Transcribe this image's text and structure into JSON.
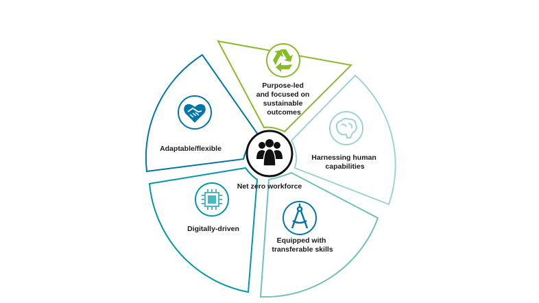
{
  "center": {
    "label": "Net zero workforce",
    "icon": "people-group-icon"
  },
  "segments": [
    {
      "lines": [
        "Purpose-led",
        "and focused on",
        "sustainable",
        "outcomes"
      ],
      "icon": "recycle-icon",
      "color": "#86bc25"
    },
    {
      "lines": [
        "Harnessing human",
        "capabilities"
      ],
      "icon": "brain-icon",
      "color": "#9dd4cf"
    },
    {
      "lines": [
        "Equipped with",
        "transferable skills"
      ],
      "icon": "compass-icon",
      "color": "#6fc2b4"
    },
    {
      "lines": [
        "Digitally-driven"
      ],
      "icon": "chip-icon",
      "color": "#0097a9"
    },
    {
      "lines": [
        "Adaptable/flexible"
      ],
      "icon": "handshake-heart-icon",
      "color": "#0076a8"
    }
  ]
}
